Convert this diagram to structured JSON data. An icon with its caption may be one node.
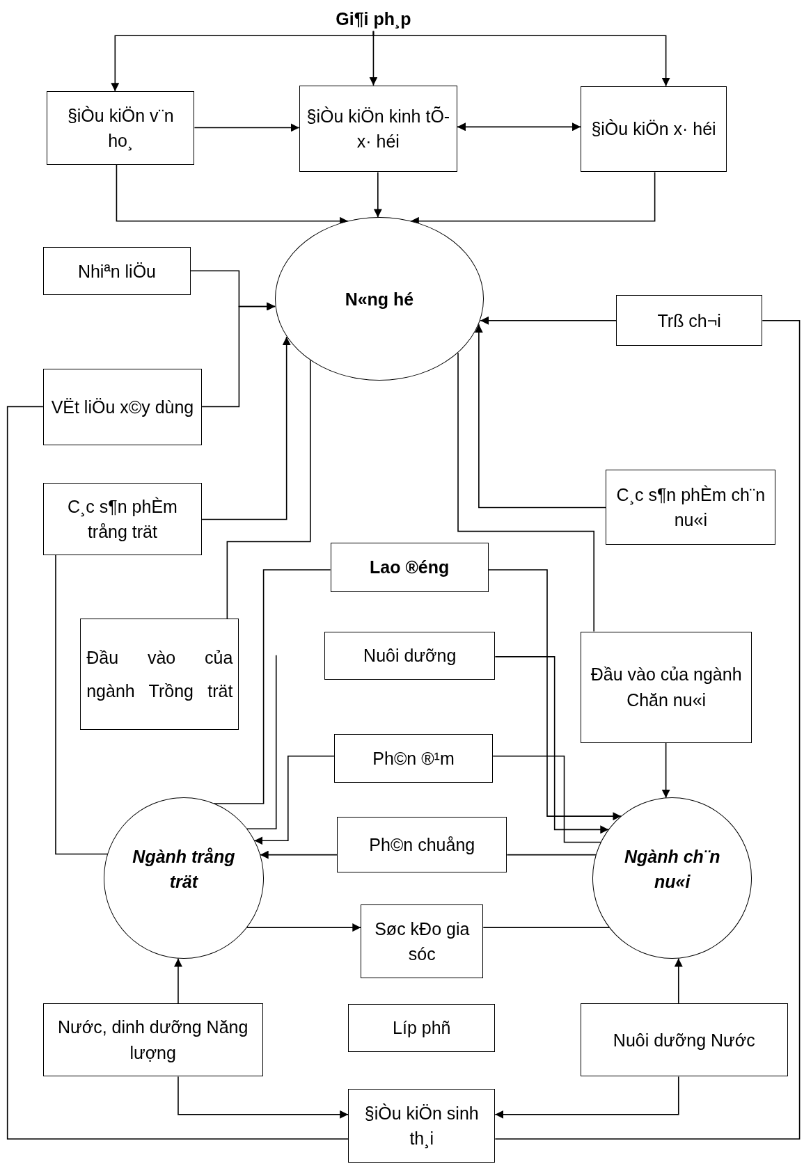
{
  "diagram": {
    "nodes": [
      {
        "text": [
          "Gi¶i ph¸p"
        ]
      },
      {
        "text": [
          "§iÒu kiÖn v¨n ho¸"
        ]
      },
      {
        "text": [
          "§iÒu kiÖn kinh tÕ-x· héi"
        ]
      },
      {
        "text": [
          "§iÒu kiÖn x· héi"
        ]
      },
      {
        "text": [
          "N«ng hé"
        ]
      },
      {
        "text": [
          "Nhiªn liÖu"
        ]
      },
      {
        "text": [
          "VËt liÖu x©y dùng"
        ]
      },
      {
        "text": [
          "Trß ch¬i"
        ]
      },
      {
        "text": [
          "C¸c s¶n phÈm trång trät"
        ]
      },
      {
        "text": [
          "C¸c s¶n phÈm ch¨n nu«i"
        ]
      },
      {
        "text": [
          "Lao ®éng"
        ]
      },
      {
        "text": [
          "Đầu vào của ngành Trồng trät"
        ]
      },
      {
        "text": [
          "Nuôi dưỡng"
        ]
      },
      {
        "text": [
          "Đầu vào của ngành Chăn nu«i"
        ]
      },
      {
        "text": [
          "Ph©n ®¹m"
        ]
      },
      {
        "text": [
          "Ph©n chuång"
        ]
      },
      {
        "text": [
          "Ngành trång trät"
        ]
      },
      {
        "text": [
          "Ngành ch¨n nu«i"
        ]
      },
      {
        "text": [
          "Søc kÐo gia sóc"
        ]
      },
      {
        "text": [
          "Líp phñ"
        ]
      },
      {
        "text": [
          "Nước, dinh dưỡng Năng lượng"
        ]
      },
      {
        "text": [
          "Nuôi dưỡng Nước"
        ]
      },
      {
        "text": [
          "§iÒu kiÖn sinh th¸i"
        ]
      }
    ],
    "edges": [
      {
        "from": 0,
        "to": 1,
        "arrow": "to"
      },
      {
        "from": 0,
        "to": 2,
        "arrow": "to"
      },
      {
        "from": 0,
        "to": 3,
        "arrow": "to"
      },
      {
        "from": 1,
        "to": 2,
        "arrow": "to"
      },
      {
        "from": 2,
        "to": 3,
        "arrow": "both"
      },
      {
        "from": 1,
        "to": 4,
        "arrow": "to"
      },
      {
        "from": 2,
        "to": 4,
        "arrow": "to"
      },
      {
        "from": 3,
        "to": 4,
        "arrow": "to"
      },
      {
        "from": 5,
        "to": 4,
        "arrow": "to"
      },
      {
        "from": 6,
        "to": 4,
        "arrow": "to"
      },
      {
        "from": 7,
        "to": 4,
        "arrow": "to"
      },
      {
        "from": 8,
        "to": 4,
        "arrow": "to"
      },
      {
        "from": 9,
        "to": 4,
        "arrow": "to"
      },
      {
        "from": 4,
        "to": 11,
        "arrow": "none"
      },
      {
        "from": 4,
        "to": 13,
        "arrow": "none"
      },
      {
        "from": 7,
        "to": 22,
        "arrow": "none"
      },
      {
        "from": 6,
        "to": 22,
        "arrow": "none"
      },
      {
        "from": 8,
        "to": 16,
        "arrow": "none"
      },
      {
        "from": 13,
        "to": 17,
        "arrow": "to"
      },
      {
        "from": 10,
        "to": 16,
        "arrow": "none"
      },
      {
        "from": 10,
        "to": 17,
        "arrow": "to"
      },
      {
        "from": 12,
        "to": 17,
        "arrow": "to"
      },
      {
        "from": null,
        "to": 16,
        "arrow": "none"
      },
      {
        "from": 14,
        "to": 16,
        "arrow": "to"
      },
      {
        "from": 14,
        "to": 17,
        "arrow": "none"
      },
      {
        "from": 15,
        "to": 16,
        "arrow": "to"
      },
      {
        "from": 17,
        "to": 15,
        "arrow": "none"
      },
      {
        "from": 16,
        "to": 18,
        "arrow": "to"
      },
      {
        "from": 17,
        "to": 18,
        "arrow": "none"
      },
      {
        "from": 20,
        "to": 16,
        "arrow": "to"
      },
      {
        "from": 21,
        "to": 17,
        "arrow": "to"
      },
      {
        "from": 20,
        "to": 22,
        "arrow": "to"
      },
      {
        "from": 21,
        "to": 22,
        "arrow": "to"
      }
    ]
  }
}
